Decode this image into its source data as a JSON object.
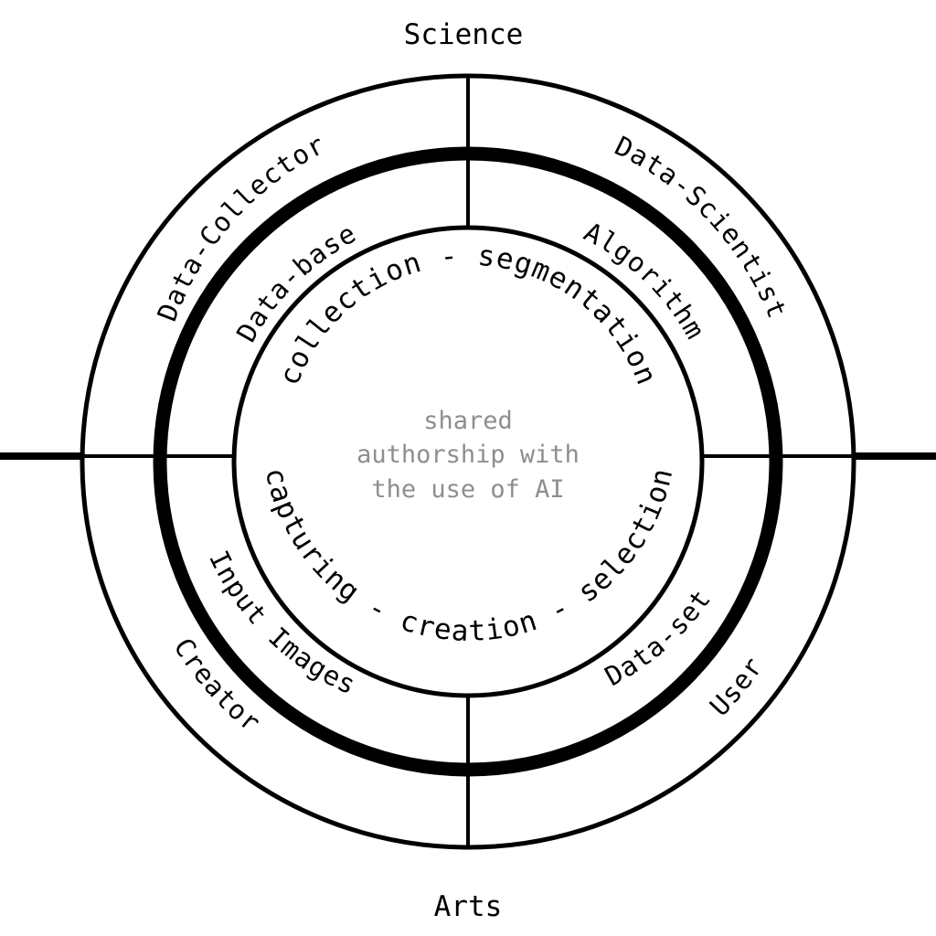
{
  "axes": {
    "top": "Science",
    "bottom": "Arts"
  },
  "outer_ring": {
    "top_left": "Data-Collector",
    "top_right": "Data-Scientist",
    "bottom_left": "Creator",
    "bottom_right": "User"
  },
  "middle_ring": {
    "top_left": "Data-base",
    "top_right": "Algorithm",
    "bottom_left": "Input Images",
    "bottom_right": "Data-set"
  },
  "inner_ring": {
    "top": "collection - segmentation",
    "bottom": "capturing - creation - selection"
  },
  "center": {
    "line1": "shared",
    "line2": "authorship with",
    "line3": "the use of AI"
  },
  "colors": {
    "stroke": "#000000",
    "center_text": "#8e8e8e",
    "background": "#ffffff"
  }
}
